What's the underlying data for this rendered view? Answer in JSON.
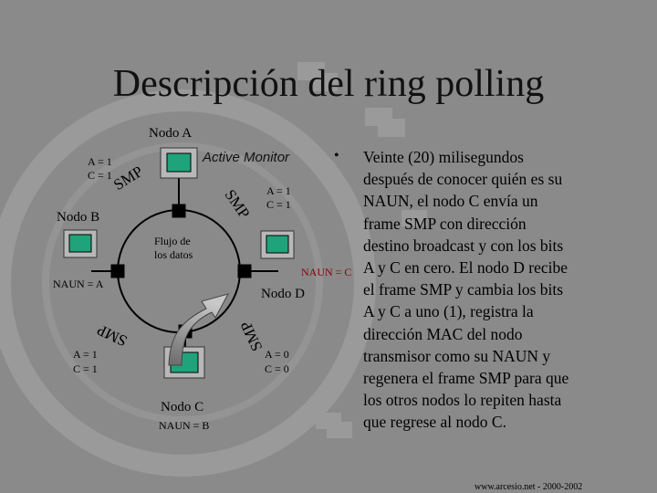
{
  "slide": {
    "title": "Descripción del ring polling",
    "footer": "www.arcesio.net - 2000-2002"
  },
  "diagram": {
    "nodo_a": {
      "label": "Nodo A",
      "role": "Active Monitor",
      "flags": [
        "A = 1",
        "C = 1"
      ]
    },
    "nodo_b": {
      "label": "Nodo B",
      "flags": [
        "A = 1",
        "C = 1"
      ],
      "naun": "NAUN = A"
    },
    "nodo_c": {
      "label": "Nodo C",
      "flags": [
        "A = 1",
        "C = 1"
      ],
      "naun": "NAUN = B"
    },
    "nodo_d": {
      "label": "Nodo D",
      "flags": [
        "A = 0",
        "C = 0"
      ],
      "naun": "NAUN = C"
    },
    "frame_label": "SMP",
    "flow_label": [
      "Flujo de",
      "los datos"
    ]
  },
  "bullet": {
    "lines": [
      "Veinte (20) milisegundos",
      "después de conocer quién es su",
      "NAUN, el nodo C envía un",
      "frame SMP con dirección",
      "destino broadcast y con los bits",
      "A y C en cero. El nodo D recibe",
      "el frame SMP y cambia los bits",
      "A y C a uno (1), registra la",
      "dirección MAC del nodo",
      "transmisor como su NAUN y",
      "regenera el frame SMP para que",
      "los otros nodos lo repiten hasta",
      "que regrese al nodo C."
    ]
  },
  "colors": {
    "background": "#8a8a8a",
    "screen": "#1fa37a",
    "ring": "#000000"
  }
}
